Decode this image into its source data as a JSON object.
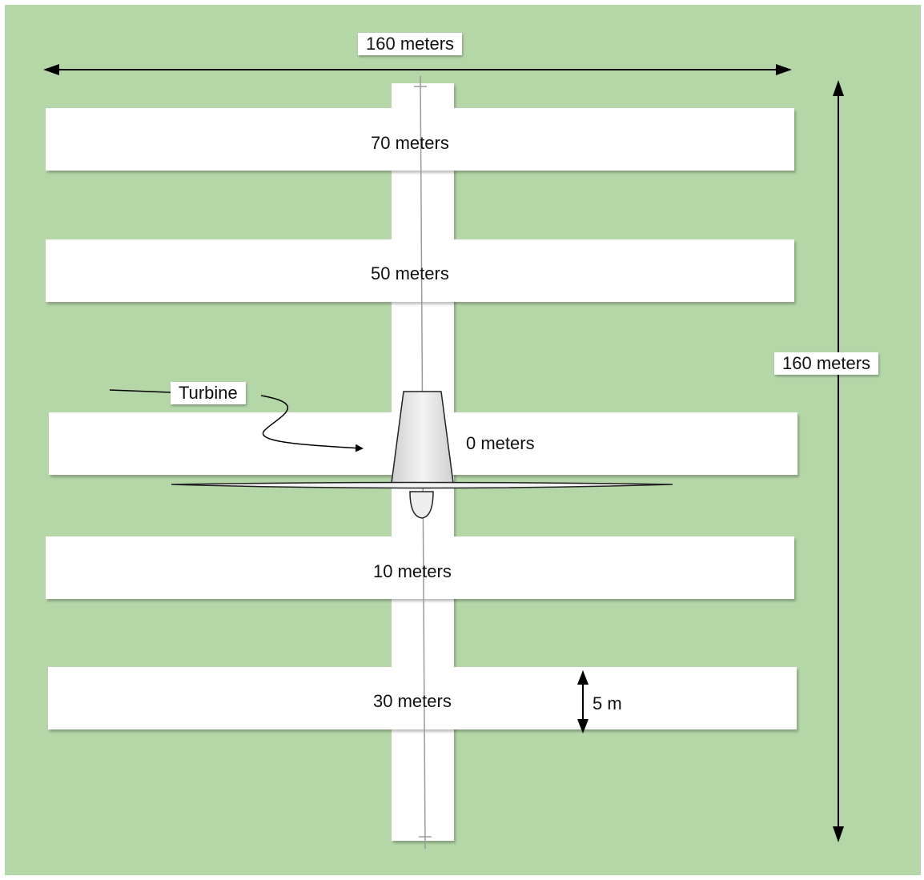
{
  "dimensions": {
    "width_label": "160 meters",
    "height_label": "160 meters",
    "band_height_label": "5 m"
  },
  "bands": [
    {
      "label": "70 meters"
    },
    {
      "label": "50 meters"
    },
    {
      "label": "0 meters"
    },
    {
      "label": "10 meters"
    },
    {
      "label": "30 meters"
    }
  ],
  "turbine": {
    "label": "Turbine"
  },
  "colors": {
    "background": "#b5d7a8",
    "band": "#ffffff"
  }
}
